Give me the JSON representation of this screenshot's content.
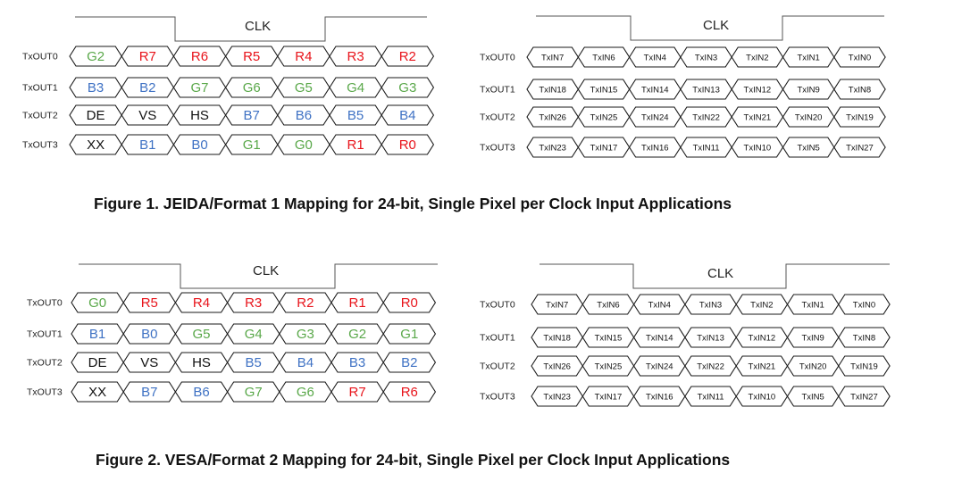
{
  "colors": {
    "R": "#e8141b",
    "G": "#5aa84a",
    "B": "#3f72c4",
    "K": "#111111"
  },
  "figures": [
    {
      "caption": "Figure 1. JEIDA/Format 1 Mapping for 24-bit, Single Pixel per Clock Input Applications",
      "diagrams": [
        {
          "clk_label": "CLK",
          "rows": [
            {
              "label": "TxOUT0",
              "cells": [
                {
                  "t": "G2",
                  "c": "G"
                },
                {
                  "t": "R7",
                  "c": "R"
                },
                {
                  "t": "R6",
                  "c": "R"
                },
                {
                  "t": "R5",
                  "c": "R"
                },
                {
                  "t": "R4",
                  "c": "R"
                },
                {
                  "t": "R3",
                  "c": "R"
                },
                {
                  "t": "R2",
                  "c": "R"
                }
              ]
            },
            {
              "label": "TxOUT1",
              "cells": [
                {
                  "t": "B3",
                  "c": "B"
                },
                {
                  "t": "B2",
                  "c": "B"
                },
                {
                  "t": "G7",
                  "c": "G"
                },
                {
                  "t": "G6",
                  "c": "G"
                },
                {
                  "t": "G5",
                  "c": "G"
                },
                {
                  "t": "G4",
                  "c": "G"
                },
                {
                  "t": "G3",
                  "c": "G"
                }
              ]
            },
            {
              "label": "TxOUT2",
              "cells": [
                {
                  "t": "DE",
                  "c": "K"
                },
                {
                  "t": "VS",
                  "c": "K"
                },
                {
                  "t": "HS",
                  "c": "K"
                },
                {
                  "t": "B7",
                  "c": "B"
                },
                {
                  "t": "B6",
                  "c": "B"
                },
                {
                  "t": "B5",
                  "c": "B"
                },
                {
                  "t": "B4",
                  "c": "B"
                }
              ]
            },
            {
              "label": "TxOUT3",
              "cells": [
                {
                  "t": "XX",
                  "c": "K"
                },
                {
                  "t": "B1",
                  "c": "B"
                },
                {
                  "t": "B0",
                  "c": "B"
                },
                {
                  "t": "G1",
                  "c": "G"
                },
                {
                  "t": "G0",
                  "c": "G"
                },
                {
                  "t": "R1",
                  "c": "R"
                },
                {
                  "t": "R0",
                  "c": "R"
                }
              ]
            }
          ]
        },
        {
          "clk_label": "CLK",
          "rows": [
            {
              "label": "TxOUT0",
              "cells": [
                {
                  "t": "TxIN7",
                  "c": "K"
                },
                {
                  "t": "TxIN6",
                  "c": "K"
                },
                {
                  "t": "TxIN4",
                  "c": "K"
                },
                {
                  "t": "TxIN3",
                  "c": "K"
                },
                {
                  "t": "TxIN2",
                  "c": "K"
                },
                {
                  "t": "TxIN1",
                  "c": "K"
                },
                {
                  "t": "TxIN0",
                  "c": "K"
                }
              ]
            },
            {
              "label": "TxOUT1",
              "cells": [
                {
                  "t": "TxIN18",
                  "c": "K"
                },
                {
                  "t": "TxIN15",
                  "c": "K"
                },
                {
                  "t": "TxIN14",
                  "c": "K"
                },
                {
                  "t": "TxIN13",
                  "c": "K"
                },
                {
                  "t": "TxIN12",
                  "c": "K"
                },
                {
                  "t": "TxIN9",
                  "c": "K"
                },
                {
                  "t": "TxIN8",
                  "c": "K"
                }
              ]
            },
            {
              "label": "TxOUT2",
              "cells": [
                {
                  "t": "TxIN26",
                  "c": "K"
                },
                {
                  "t": "TxIN25",
                  "c": "K"
                },
                {
                  "t": "TxIN24",
                  "c": "K"
                },
                {
                  "t": "TxIN22",
                  "c": "K"
                },
                {
                  "t": "TxIN21",
                  "c": "K"
                },
                {
                  "t": "TxIN20",
                  "c": "K"
                },
                {
                  "t": "TxIN19",
                  "c": "K"
                }
              ]
            },
            {
              "label": "TxOUT3",
              "cells": [
                {
                  "t": "TxIN23",
                  "c": "K"
                },
                {
                  "t": "TxIN17",
                  "c": "K"
                },
                {
                  "t": "TxIN16",
                  "c": "K"
                },
                {
                  "t": "TxIN11",
                  "c": "K"
                },
                {
                  "t": "TxIN10",
                  "c": "K"
                },
                {
                  "t": "TxIN5",
                  "c": "K"
                },
                {
                  "t": "TxIN27",
                  "c": "K"
                }
              ]
            }
          ]
        }
      ]
    },
    {
      "caption": "Figure 2. VESA/Format 2 Mapping for 24-bit, Single Pixel per Clock Input Applications",
      "diagrams": [
        {
          "clk_label": "CLK",
          "rows": [
            {
              "label": "TxOUT0",
              "cells": [
                {
                  "t": "G0",
                  "c": "G"
                },
                {
                  "t": "R5",
                  "c": "R"
                },
                {
                  "t": "R4",
                  "c": "R"
                },
                {
                  "t": "R3",
                  "c": "R"
                },
                {
                  "t": "R2",
                  "c": "R"
                },
                {
                  "t": "R1",
                  "c": "R"
                },
                {
                  "t": "R0",
                  "c": "R"
                }
              ]
            },
            {
              "label": "TxOUT1",
              "cells": [
                {
                  "t": "B1",
                  "c": "B"
                },
                {
                  "t": "B0",
                  "c": "B"
                },
                {
                  "t": "G5",
                  "c": "G"
                },
                {
                  "t": "G4",
                  "c": "G"
                },
                {
                  "t": "G3",
                  "c": "G"
                },
                {
                  "t": "G2",
                  "c": "G"
                },
                {
                  "t": "G1",
                  "c": "G"
                }
              ]
            },
            {
              "label": "TxOUT2",
              "cells": [
                {
                  "t": "DE",
                  "c": "K"
                },
                {
                  "t": "VS",
                  "c": "K"
                },
                {
                  "t": "HS",
                  "c": "K"
                },
                {
                  "t": "B5",
                  "c": "B"
                },
                {
                  "t": "B4",
                  "c": "B"
                },
                {
                  "t": "B3",
                  "c": "B"
                },
                {
                  "t": "B2",
                  "c": "B"
                }
              ]
            },
            {
              "label": "TxOUT3",
              "cells": [
                {
                  "t": "XX",
                  "c": "K"
                },
                {
                  "t": "B7",
                  "c": "B"
                },
                {
                  "t": "B6",
                  "c": "B"
                },
                {
                  "t": "G7",
                  "c": "G"
                },
                {
                  "t": "G6",
                  "c": "G"
                },
                {
                  "t": "R7",
                  "c": "R"
                },
                {
                  "t": "R6",
                  "c": "R"
                }
              ]
            }
          ]
        },
        {
          "clk_label": "CLK",
          "rows": [
            {
              "label": "TxOUT0",
              "cells": [
                {
                  "t": "TxIN7",
                  "c": "K"
                },
                {
                  "t": "TxIN6",
                  "c": "K"
                },
                {
                  "t": "TxIN4",
                  "c": "K"
                },
                {
                  "t": "TxIN3",
                  "c": "K"
                },
                {
                  "t": "TxIN2",
                  "c": "K"
                },
                {
                  "t": "TxIN1",
                  "c": "K"
                },
                {
                  "t": "TxIN0",
                  "c": "K"
                }
              ]
            },
            {
              "label": "TxOUT1",
              "cells": [
                {
                  "t": "TxIN18",
                  "c": "K"
                },
                {
                  "t": "TxIN15",
                  "c": "K"
                },
                {
                  "t": "TxIN14",
                  "c": "K"
                },
                {
                  "t": "TxIN13",
                  "c": "K"
                },
                {
                  "t": "TxIN12",
                  "c": "K"
                },
                {
                  "t": "TxIN9",
                  "c": "K"
                },
                {
                  "t": "TxIN8",
                  "c": "K"
                }
              ]
            },
            {
              "label": "TxOUT2",
              "cells": [
                {
                  "t": "TxIN26",
                  "c": "K"
                },
                {
                  "t": "TxIN25",
                  "c": "K"
                },
                {
                  "t": "TxIN24",
                  "c": "K"
                },
                {
                  "t": "TxIN22",
                  "c": "K"
                },
                {
                  "t": "TxIN21",
                  "c": "K"
                },
                {
                  "t": "TxIN20",
                  "c": "K"
                },
                {
                  "t": "TxIN19",
                  "c": "K"
                }
              ]
            },
            {
              "label": "TxOUT3",
              "cells": [
                {
                  "t": "TxIN23",
                  "c": "K"
                },
                {
                  "t": "TxIN17",
                  "c": "K"
                },
                {
                  "t": "TxIN16",
                  "c": "K"
                },
                {
                  "t": "TxIN11",
                  "c": "K"
                },
                {
                  "t": "TxIN10",
                  "c": "K"
                },
                {
                  "t": "TxIN5",
                  "c": "K"
                },
                {
                  "t": "TxIN27",
                  "c": "K"
                }
              ]
            }
          ]
        }
      ]
    }
  ]
}
